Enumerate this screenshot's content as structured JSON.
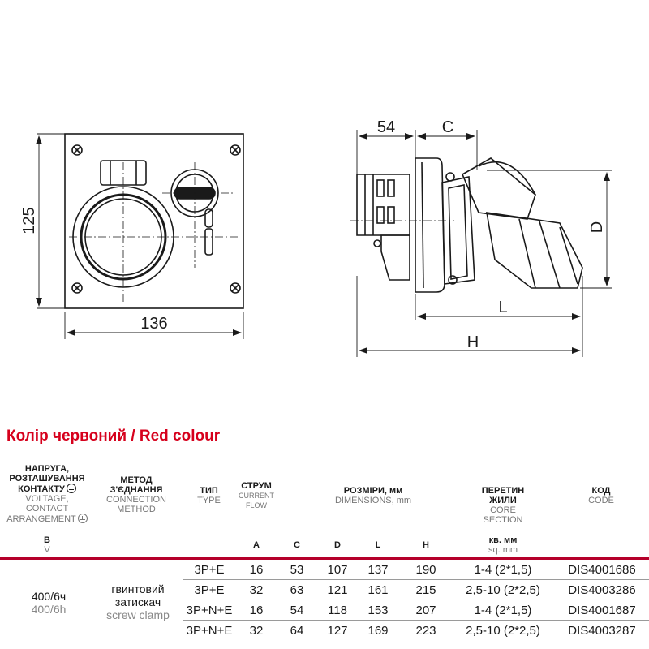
{
  "dims": {
    "height_front": "125",
    "width_front": "136",
    "d54": "54",
    "c": "C",
    "d": "D",
    "l": "L",
    "h": "H"
  },
  "title": "Колір червоний / Red colour",
  "headers": {
    "voltage_ua_1": "НАПРУГА,",
    "voltage_ua_2": "РОЗТАШУВАННЯ",
    "voltage_ua_3": "КОНТАКТУ",
    "voltage_en_1": "VOLTAGE,",
    "voltage_en_2": "CONTACT",
    "voltage_en_3": "ARRANGEMENT",
    "method_ua_1": "МЕТОД",
    "method_ua_2": "З'ЄДНАННЯ",
    "method_en_1": "CONNECTION",
    "method_en_2": "METHOD",
    "type_ua": "ТИП",
    "type_en": "TYPE",
    "current_ua": "СТРУМ",
    "current_en_1": "CURRENT",
    "current_en_2": "FLOW",
    "dims_ua": "РОЗМІРИ, мм",
    "dims_en": "DIMENSIONS, mm",
    "core_ua_1": "ПЕРЕТИН",
    "core_ua_2": "ЖИЛИ",
    "core_en_1": "CORE",
    "core_en_2": "SECTION",
    "code_ua": "КОД",
    "code_en": "CODE"
  },
  "units": {
    "v_ua": "В",
    "v_en": "V",
    "a": "A",
    "c": "C",
    "d": "D",
    "l": "L",
    "h": "H",
    "sq_ua": "кв. мм",
    "sq_en": "sq. mm"
  },
  "voltage_ua": "400/6ч",
  "voltage_en": "400/6h",
  "method_ua_1": "гвинтовий",
  "method_ua_2": "затискач",
  "method_en": "screw clamp",
  "rows": [
    {
      "type": "3P+E",
      "current": "16",
      "c": "53",
      "d": "107",
      "l": "137",
      "h": "190",
      "core": "1-4 (2*1,5)",
      "code": "DIS4001686"
    },
    {
      "type": "3P+E",
      "current": "32",
      "c": "63",
      "d": "121",
      "l": "161",
      "h": "215",
      "core": "2,5-10 (2*2,5)",
      "code": "DIS4003286"
    },
    {
      "type": "3P+N+E",
      "current": "16",
      "c": "54",
      "d": "118",
      "l": "153",
      "h": "207",
      "core": "1-4 (2*1,5)",
      "code": "DIS4001687"
    },
    {
      "type": "3P+N+E",
      "current": "32",
      "c": "64",
      "d": "127",
      "l": "169",
      "h": "223",
      "core": "2,5-10 (2*2,5)",
      "code": "DIS4003287"
    }
  ]
}
